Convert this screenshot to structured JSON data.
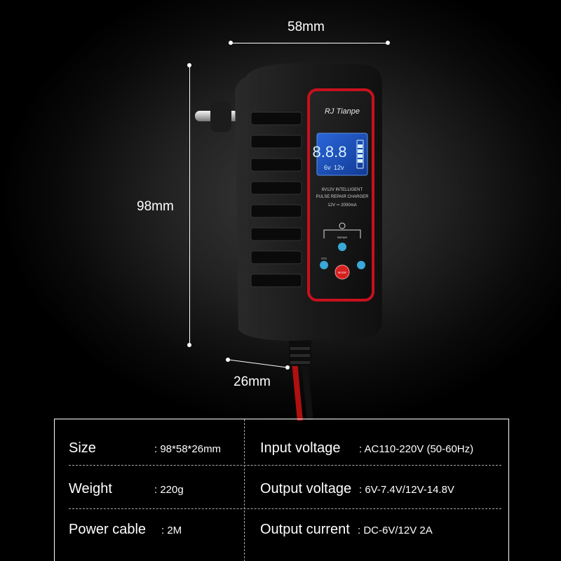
{
  "dimensions": {
    "width": "58mm",
    "height": "98mm",
    "depth": "26mm"
  },
  "device": {
    "brand": "RJ Tianpe",
    "lcd_digits": "8.8.8",
    "lcd_voltage_6": "6v",
    "lcd_voltage_12": "12v",
    "title_line1": "6V12V INTELLIGENT",
    "title_line2": "PULSE REPAIR CHARGER",
    "rating": "12V ⎓ 2000mA",
    "mode_std": "STD",
    "mode_repair": "REPAIR",
    "mode_mode": "MODE"
  },
  "specs": {
    "size_label": "Size",
    "size_value": ": 98*58*26mm",
    "weight_label": "Weight",
    "weight_value": ": 220g",
    "cable_label": "Power cable",
    "cable_value": ": 2M",
    "input_label": "Input voltage",
    "input_value": ": AC110-220V (50-60Hz)",
    "output_v_label": "Output voltage",
    "output_v_value": ": 6V-7.4V/12V-14.8V",
    "output_c_label": "Output current",
    "output_c_value": ": DC-6V/12V  2A"
  }
}
